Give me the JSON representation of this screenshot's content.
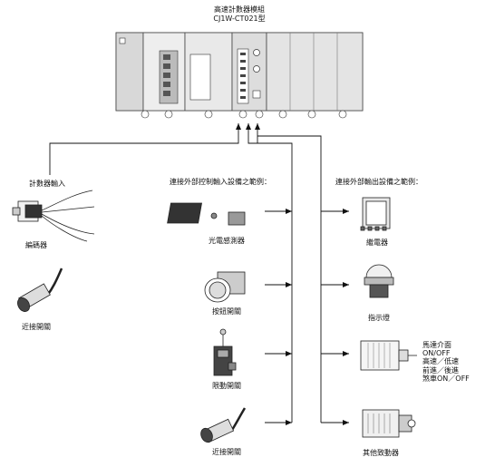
{
  "module": {
    "title": "高速計數器模組",
    "model": "CJ1W-CT021型"
  },
  "groups": {
    "counter_input": "計數器輸入",
    "control_input_examples": "連接外部控制輸入設備之範例：",
    "output_examples": "連接外部輸出設備之範例："
  },
  "counter_inputs": [
    {
      "label": "編碼器",
      "icon": "encoder-icon"
    },
    {
      "label": "近接開關",
      "icon": "proximity-switch-icon"
    }
  ],
  "control_inputs": [
    {
      "label": "光電感測器",
      "icon": "photoelectric-sensor-icon"
    },
    {
      "label": "按鈕開關",
      "icon": "push-button-icon"
    },
    {
      "label": "限動開關",
      "icon": "limit-switch-icon"
    },
    {
      "label": "近接開關",
      "icon": "proximity-switch-icon"
    }
  ],
  "outputs": [
    {
      "label": "繼電器",
      "icon": "relay-icon"
    },
    {
      "label": "指示燈",
      "icon": "indicator-lamp-icon"
    },
    {
      "label": "",
      "icon": "motor-icon"
    },
    {
      "label": "其他致動器",
      "icon": "actuator-icon"
    }
  ],
  "motor_notes": [
    "馬達介面",
    "ON/OFF",
    "高速／低速",
    "前進／後進",
    "煞車ON／OFF"
  ]
}
